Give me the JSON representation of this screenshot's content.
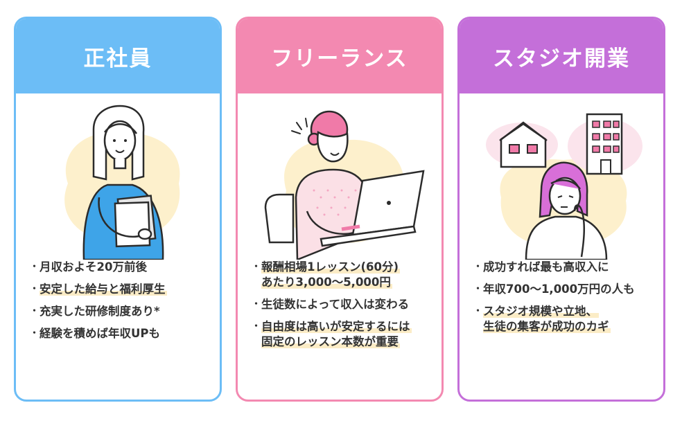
{
  "cards": [
    {
      "title": "正社員",
      "color": "#6cbdf6",
      "illustration": "office-worker-holding-files",
      "bullets": [
        {
          "lines": [
            "月収およそ20万前後"
          ],
          "highlight": false
        },
        {
          "lines": [
            "安定した給与と福利厚生"
          ],
          "highlight": true
        },
        {
          "lines": [
            "充実した研修制度あり*"
          ],
          "highlight": false
        },
        {
          "lines": [
            "経験を積めば年収UPも"
          ],
          "highlight": false
        }
      ]
    },
    {
      "title": "フリーランス",
      "color": "#f389b1",
      "illustration": "woman-working-on-laptop",
      "bullets": [
        {
          "lines": [
            "報酬相場1レッスン(60分)",
            "あたり3,000〜5,000円"
          ],
          "highlight": true
        },
        {
          "lines": [
            "生徒数によって収入は変わる"
          ],
          "highlight": false
        },
        {
          "lines": [
            "自由度は高いが安定するには",
            "固定のレッスン本数が重要"
          ],
          "highlight": true
        }
      ]
    },
    {
      "title": "スタジオ開業",
      "color": "#c46fd9",
      "illustration": "woman-thinking-about-buildings",
      "bullets": [
        {
          "lines": [
            "成功すれば最も高収入に"
          ],
          "highlight": false
        },
        {
          "lines": [
            "年収700〜1,000万円の人も"
          ],
          "highlight": false
        },
        {
          "lines": [
            "スタジオ規模や立地、",
            "生徒の集客が成功のカギ"
          ],
          "highlight": true
        }
      ]
    }
  ],
  "bullet_symbol": "・"
}
